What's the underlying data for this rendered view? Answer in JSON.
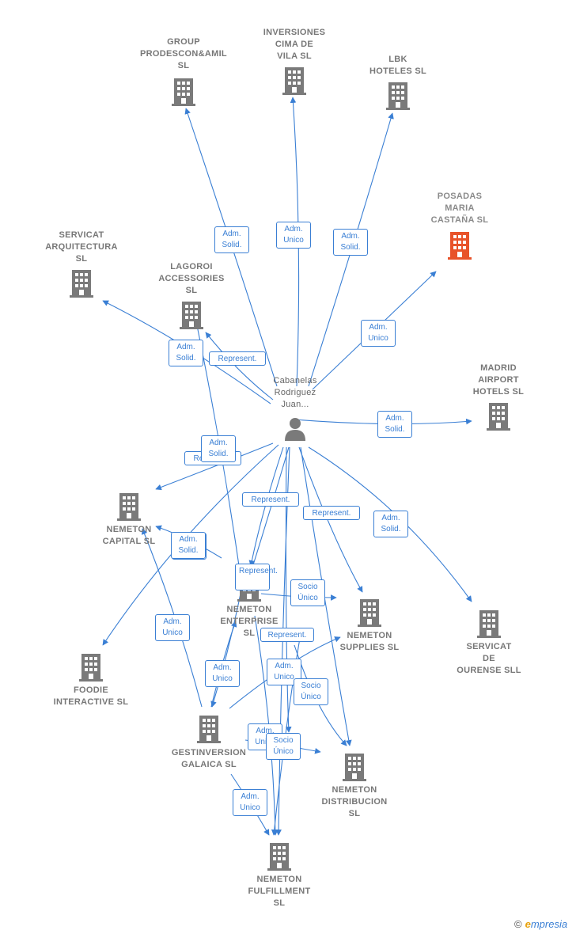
{
  "colors": {
    "edge": "#3a7fd4",
    "building": "#7a7a7a",
    "highlight": "#e8532a",
    "label": "#777777"
  },
  "center": {
    "name": "Cabanelas\nRodriguez\nJuan..."
  },
  "nodes": [
    {
      "id": "group",
      "name": "GROUP\nPRODESCON&AMIL\nSL"
    },
    {
      "id": "inversiones",
      "name": "INVERSIONES\nCIMA DE\nVILA  SL"
    },
    {
      "id": "lbk",
      "name": "LBK\nHOTELES  SL"
    },
    {
      "id": "posadas",
      "name": "POSADAS\nMARIA\nCASTAÑA  SL",
      "highlight": true
    },
    {
      "id": "servicat_arq",
      "name": "SERVICAT\nARQUITECTURA\nSL"
    },
    {
      "id": "lagoroi",
      "name": "LAGOROI\nACCESSORIES\nSL"
    },
    {
      "id": "madrid",
      "name": "MADRID\nAIRPORT\nHOTELS  SL"
    },
    {
      "id": "nemeton_capital",
      "name": "NEMETON\nCAPITAL  SL"
    },
    {
      "id": "nemeton_enterprise",
      "name": "NEMETON\nENTERPRISE\nSL"
    },
    {
      "id": "nemeton_supplies",
      "name": "NEMETON\nSUPPLIES  SL"
    },
    {
      "id": "servicat_ourense",
      "name": "SERVICAT\nDE\nOURENSE SLL"
    },
    {
      "id": "foodie",
      "name": "FOODIE\nINTERACTIVE SL"
    },
    {
      "id": "gestinversion",
      "name": "GESTINVERSION\nGALAICA  SL"
    },
    {
      "id": "nemeton_distribucion",
      "name": "NEMETON\nDISTRIBUCION\nSL"
    },
    {
      "id": "nemeton_fulfillment",
      "name": "NEMETON\nFULFILLMENT\nSL"
    }
  ],
  "edges": [
    {
      "id": "e1",
      "label": "Adm.\nSolid."
    },
    {
      "id": "e2",
      "label": "Adm.\nUnico"
    },
    {
      "id": "e3",
      "label": "Adm.\nSolid."
    },
    {
      "id": "e4",
      "label": "Adm.\nUnico"
    },
    {
      "id": "e5",
      "label": "Adm.\nSolid."
    },
    {
      "id": "e6",
      "label": "Represent."
    },
    {
      "id": "e7",
      "label": "Adm.\nSolid."
    },
    {
      "id": "e8",
      "label": "Represent."
    },
    {
      "id": "e9",
      "label": "Adm.\nSolid."
    },
    {
      "id": "e10",
      "label": "Represent."
    },
    {
      "id": "e11",
      "label": "Socio\nÚnico"
    },
    {
      "id": "e12",
      "label": "Adm.\nSolid."
    },
    {
      "id": "e13",
      "label": "Represent."
    },
    {
      "id": "e14",
      "label": "Adm.\nSolid."
    },
    {
      "id": "e15",
      "label": "Represent."
    },
    {
      "id": "e16",
      "label": "Socio\nÚnico"
    },
    {
      "id": "e17",
      "label": "Adm.\nUnico"
    },
    {
      "id": "e18",
      "label": "Represent."
    },
    {
      "id": "e19",
      "label": "Adm.\nUnico"
    },
    {
      "id": "e20",
      "label": "Adm.\nUnico"
    },
    {
      "id": "e21",
      "label": "Socio\nÚnico"
    },
    {
      "id": "e22",
      "label": "Adm.\nUnico"
    },
    {
      "id": "e23",
      "label": "Socio\nÚnico"
    },
    {
      "id": "e24",
      "label": "Adm.\nUnico"
    }
  ],
  "brand": {
    "copyright": "©",
    "initial": "e",
    "rest": "mpresia"
  }
}
